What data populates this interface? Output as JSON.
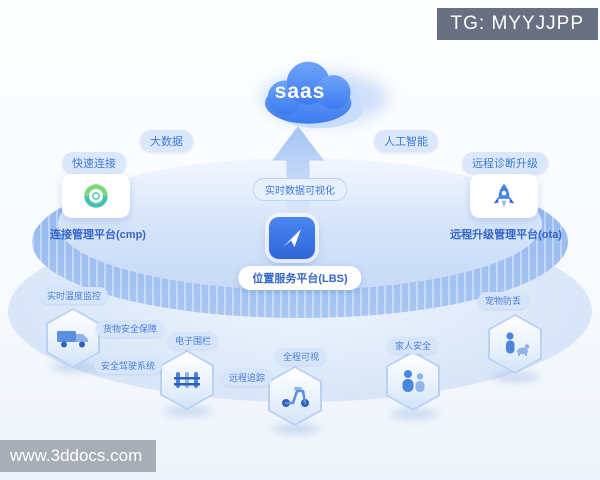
{
  "overlays": {
    "tg_badge": "TG: MYYJJPP",
    "site_watermark": "www.3ddocs.com"
  },
  "cloud": {
    "label": "saas",
    "icon": "cloud-icon"
  },
  "tags": {
    "big_data": "大数据",
    "ai": "人工智能",
    "fast_connect": "快速连接",
    "remote_diagnosis": "远程诊断升级",
    "realtime_viz": "实时数据可视化"
  },
  "platforms": {
    "cmp": {
      "label": "连接管理平台(cmp)",
      "icon": "network-knot-icon"
    },
    "ota": {
      "label": "远程升级管理平台(ota)",
      "icon": "rocket-icon"
    },
    "lbs": {
      "label": "位置服务平台(LBS)",
      "icon": "navigation-arrow-icon"
    }
  },
  "features": [
    {
      "label": "实时温度监控",
      "icon": "truck-icon"
    },
    {
      "label": "货物安全保障"
    },
    {
      "label": "安全驾驶系统"
    },
    {
      "label": "电子围栏",
      "icon": "fence-icon"
    },
    {
      "label": "远程追踪"
    },
    {
      "label": "全程可视",
      "icon": "scooter-icon"
    },
    {
      "label": "家人安全",
      "icon": "family-icon"
    },
    {
      "label": "宠物防丢",
      "icon": "pet-icon"
    }
  ],
  "colors": {
    "accent": "#3f7ad6",
    "cloud_blue": "#3d7bf0",
    "pill_bg": "#dbe8fb",
    "disc_blue": "#8db4ee"
  }
}
